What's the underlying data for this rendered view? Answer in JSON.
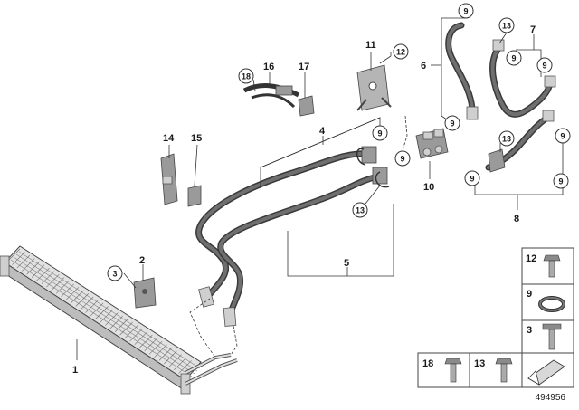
{
  "diagram_id": "494956",
  "callouts": {
    "c1": "1",
    "c2": "2",
    "c3": "3",
    "c4": "4",
    "c5": "5",
    "c6": "6",
    "c7": "7",
    "c8": "8",
    "c10": "10",
    "c11": "11",
    "c12": "12",
    "c13a": "13",
    "c13b": "13",
    "c13c": "13",
    "c14": "14",
    "c15": "15",
    "c16": "16",
    "c17": "17",
    "c18": "18",
    "c9a": "9",
    "c9b": "9",
    "c9c": "9",
    "c9d": "9",
    "c9e": "9",
    "c9f": "9",
    "c9g": "9",
    "c9h": "9",
    "c9i": "9"
  },
  "legend": {
    "l12": "12",
    "l9": "9",
    "l3": "3",
    "l18": "18",
    "l13": "13"
  }
}
